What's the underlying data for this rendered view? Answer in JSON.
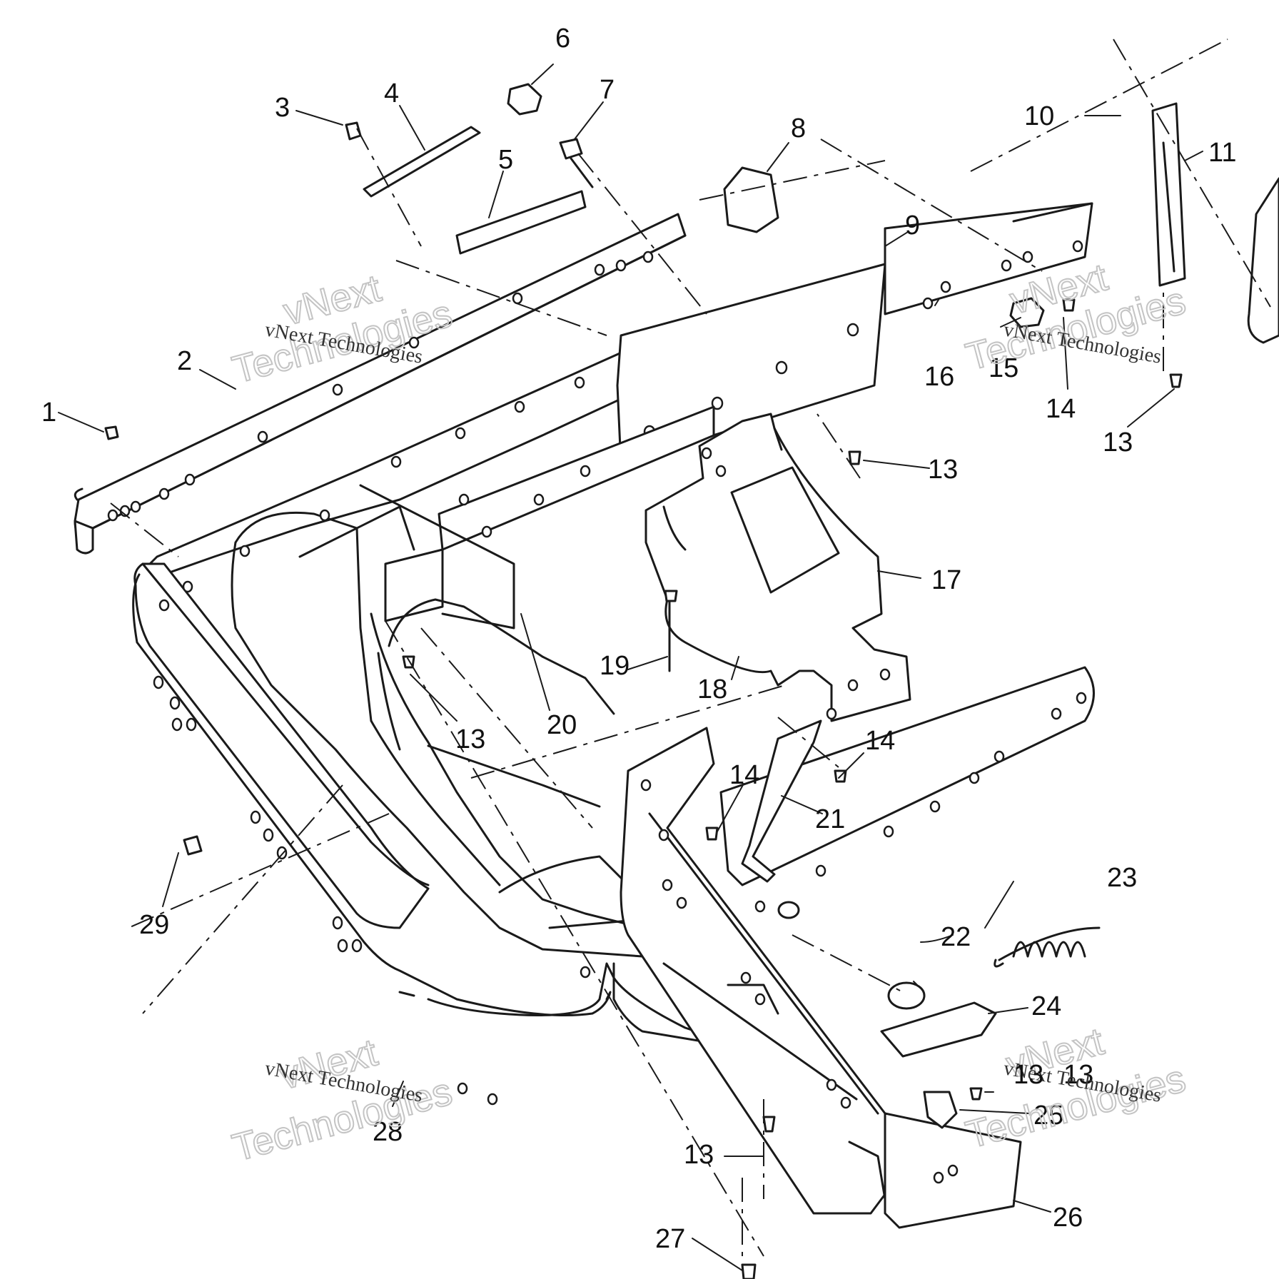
{
  "callouts": [
    {
      "id": "c1",
      "text": "1"
    },
    {
      "id": "c2",
      "text": "2"
    },
    {
      "id": "c3",
      "text": "3"
    },
    {
      "id": "c4",
      "text": "4"
    },
    {
      "id": "c5",
      "text": "5"
    },
    {
      "id": "c6",
      "text": "6"
    },
    {
      "id": "c7",
      "text": "7"
    },
    {
      "id": "c8",
      "text": "8"
    },
    {
      "id": "c9",
      "text": "9"
    },
    {
      "id": "c10",
      "text": "10"
    },
    {
      "id": "c11",
      "text": "11"
    },
    {
      "id": "c13a",
      "text": "13"
    },
    {
      "id": "c13b",
      "text": "13"
    },
    {
      "id": "c13c",
      "text": "13"
    },
    {
      "id": "c13d",
      "text": "13"
    },
    {
      "id": "c13e",
      "text": "13"
    },
    {
      "id": "c14a",
      "text": "14"
    },
    {
      "id": "c14b",
      "text": "14"
    },
    {
      "id": "c14c",
      "text": "14"
    },
    {
      "id": "c15",
      "text": "15"
    },
    {
      "id": "c16",
      "text": "16"
    },
    {
      "id": "c17",
      "text": "17"
    },
    {
      "id": "c18",
      "text": "18"
    },
    {
      "id": "c19",
      "text": "19"
    },
    {
      "id": "c20",
      "text": "20"
    },
    {
      "id": "c21",
      "text": "21"
    },
    {
      "id": "c22",
      "text": "22"
    },
    {
      "id": "c23",
      "text": "23"
    },
    {
      "id": "c24",
      "text": "24"
    },
    {
      "id": "c25",
      "text": "25"
    },
    {
      "id": "c26",
      "text": "26"
    },
    {
      "id": "c27",
      "text": "27"
    },
    {
      "id": "c28",
      "text": "28"
    },
    {
      "id": "c29",
      "text": "29"
    },
    {
      "id": "c13f",
      "text": "13"
    }
  ],
  "watermark": {
    "line1": "vNext Technologies",
    "line2a": "vNext",
    "line2b": "Technologies"
  }
}
